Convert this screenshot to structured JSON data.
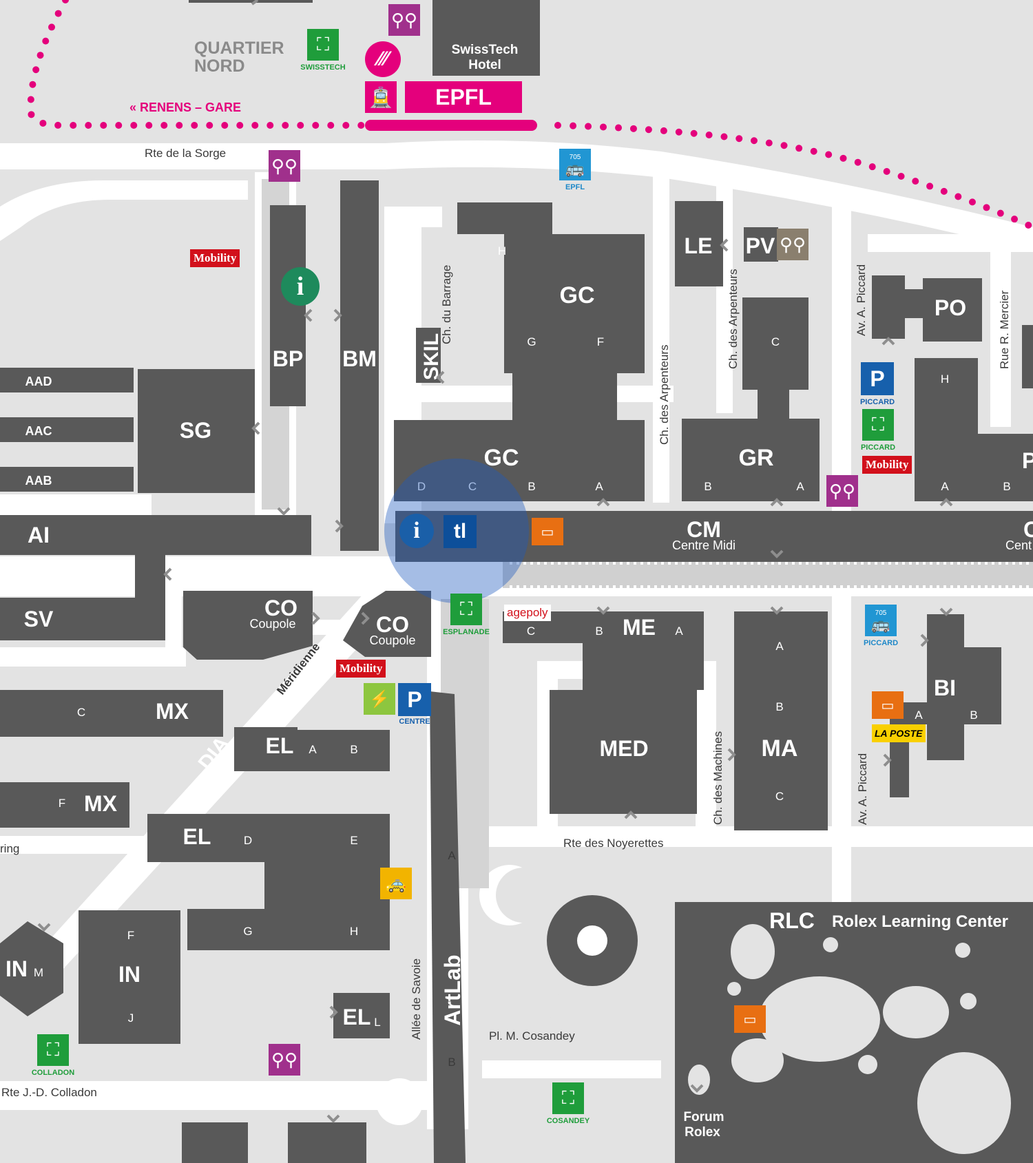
{
  "map": {
    "title_station": "EPFL",
    "renens_label": "« RENENS – GARE",
    "area_label": [
      "QUARTIER",
      "NORD"
    ],
    "streets": [
      "Rte de la Sorge",
      "Ch. du Barrage",
      "Ch. des Arpenteurs",
      "Ch. des Arpenteurs",
      "Av. A. Piccard",
      "Rue R. Mercier",
      "Méridienne",
      "Rte des Noyerettes",
      "Allée de Savoie",
      "Pl. M. Cosandey",
      "Rte J.-D. Colladon",
      "Ch. des Machines",
      "Av. A. Piccard",
      "ring"
    ],
    "buildings": [
      {
        "code": "SwissTech",
        "sub": "Hotel"
      },
      {
        "code": "BP"
      },
      {
        "code": "BM"
      },
      {
        "code": "SKIL"
      },
      {
        "code": "GC"
      },
      {
        "code": "GC"
      },
      {
        "code": "LE"
      },
      {
        "code": "PV"
      },
      {
        "code": "GR"
      },
      {
        "code": "PO"
      },
      {
        "code": "SG"
      },
      {
        "code": "AAD"
      },
      {
        "code": "AAC"
      },
      {
        "code": "AAB"
      },
      {
        "code": "AI"
      },
      {
        "code": "SV"
      },
      {
        "code": "CM",
        "sub": "Centre Midi"
      },
      {
        "code": "C",
        "sub": "Cent"
      },
      {
        "code": "CO",
        "sub": "Coupole"
      },
      {
        "code": "CO",
        "sub": "Coupole"
      },
      {
        "code": "ME"
      },
      {
        "code": "MED"
      },
      {
        "code": "MA"
      },
      {
        "code": "BI"
      },
      {
        "code": "MX"
      },
      {
        "code": "MX"
      },
      {
        "code": "EL"
      },
      {
        "code": "EL"
      },
      {
        "code": "EL"
      },
      {
        "code": "DIA"
      },
      {
        "code": "IN"
      },
      {
        "code": "IN"
      },
      {
        "code": "ArtLab"
      },
      {
        "code": "RLC",
        "sub": "Rolex Learning Center"
      },
      {
        "code": "Forum",
        "sub": "Rolex"
      },
      {
        "code": "P"
      }
    ],
    "wings": [
      "H",
      "G",
      "F",
      "C",
      "D",
      "C",
      "B",
      "A",
      "B",
      "A",
      "H",
      "A",
      "B",
      "C",
      "B",
      "A",
      "A",
      "B",
      "C",
      "A",
      "B",
      "C",
      "A",
      "B",
      "D",
      "E",
      "G",
      "H",
      "F",
      "J",
      "M",
      "L",
      "A",
      "B",
      "E",
      "F"
    ],
    "pois": {
      "swisstech_label": "SWISSTECH",
      "epfl_bus_label": "EPFL",
      "epfl_bus_line": "705",
      "piccard_parking_label": "PICCARD",
      "piccard_assembly_label": "PICCARD",
      "piccard_bus_label": "PICCARD",
      "piccard_bus_line": "705",
      "esplanade_label": "ESPLANADE",
      "centre_parking_label": "CENTRE",
      "colladon_label": "COLLADON",
      "cosandey_label": "COSANDEY",
      "mobility": "Mobility",
      "agepoly": "agepoly",
      "laposte": "LA POSTE",
      "tl": "tl",
      "info": "i",
      "parking": "P"
    },
    "colors": {
      "metro": "#e4007c",
      "building": "#595959",
      "road": "#ffffff",
      "background": "#e3e3e3",
      "bike": "#a0308c",
      "assembly": "#1f9d3b",
      "bus": "#2196d3",
      "parking": "#1760ac",
      "mobility": "#d2101b",
      "mail": "#e86f12",
      "taxi": "#f2b400",
      "you_are_here": "#1e5abe"
    },
    "icons": [
      "bike-icon",
      "assembly-point-icon",
      "bus-icon",
      "parking-icon",
      "mobility-icon",
      "info-icon",
      "tl-icon",
      "mail-icon",
      "taxi-icon",
      "ev-charging-icon",
      "metro-icon",
      "epfl-logo-icon",
      "you-are-here-marker"
    ]
  }
}
